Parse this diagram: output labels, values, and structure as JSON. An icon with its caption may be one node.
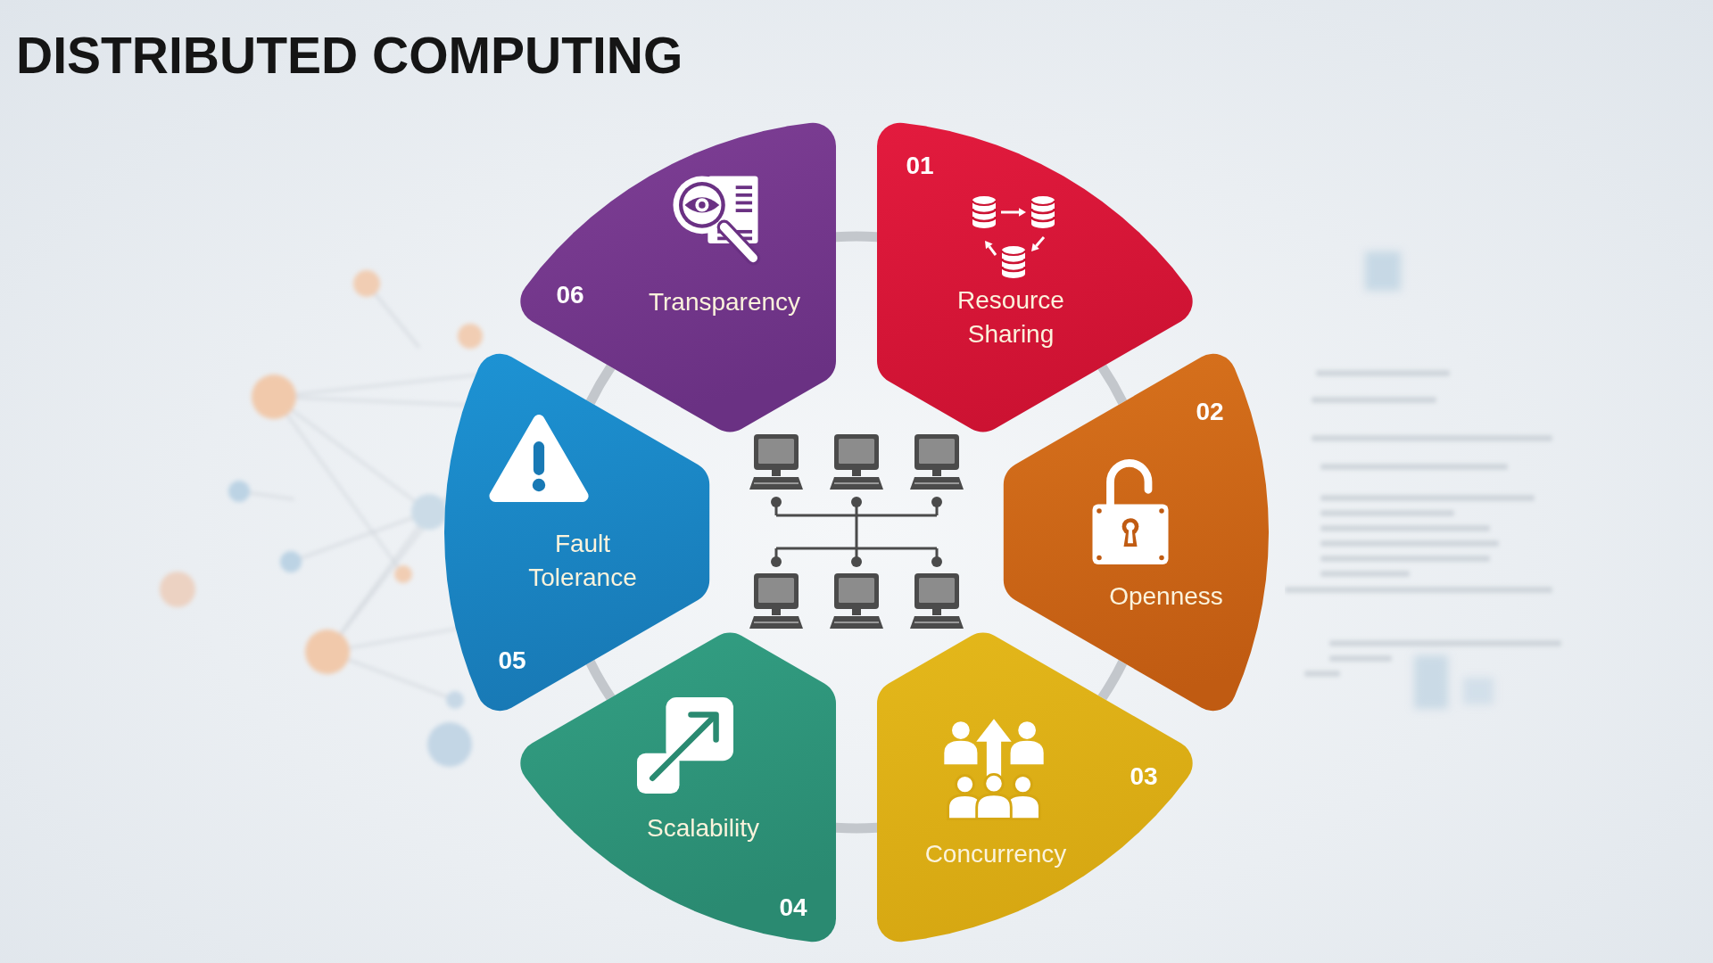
{
  "diagram": {
    "title": "DISTRIBUTED COMPUTING",
    "nodes": [
      {
        "text": [
          "01",
          "Resource Sharing"
        ]
      },
      {
        "text": [
          "02",
          "Openness"
        ]
      },
      {
        "text": [
          "03",
          "Concurrency"
        ]
      },
      {
        "text": [
          "04",
          "Scalability"
        ]
      },
      {
        "text": [
          "05",
          "Fault Tolerance"
        ]
      },
      {
        "text": [
          "06",
          "Transparency"
        ]
      }
    ],
    "edges": [
      {
        "from": 0,
        "to": 1,
        "arrow": "none"
      },
      {
        "from": 1,
        "to": 2,
        "arrow": "none"
      },
      {
        "from": 2,
        "to": 3,
        "arrow": "none"
      },
      {
        "from": 3,
        "to": 4,
        "arrow": "none"
      },
      {
        "from": 4,
        "to": 5,
        "arrow": "none"
      },
      {
        "from": 5,
        "to": 0,
        "arrow": "none"
      }
    ]
  }
}
